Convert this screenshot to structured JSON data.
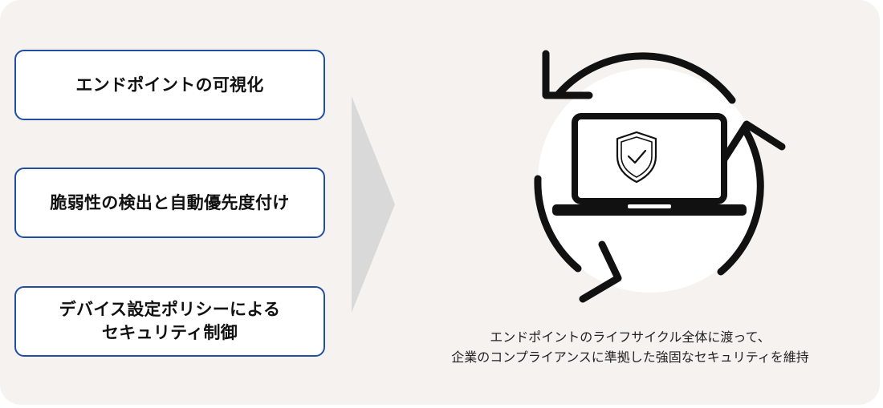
{
  "steps": [
    {
      "lines": [
        "エンドポイントの可視化"
      ]
    },
    {
      "lines": [
        "脆弱性の検出と自動優先度付け"
      ]
    },
    {
      "lines": [
        "デバイス設定ポリシーによる",
        "セキュリティ制御"
      ]
    }
  ],
  "caption": {
    "line1": "エンドポイントのライフサイクル全体に渡って、",
    "line2": "企業のコンプライアンスに準拠した強固なセキュリティを維持"
  },
  "icons": {
    "flow": "chevron-right-icon",
    "cycle": "refresh-cycle-icon",
    "device": "laptop-icon",
    "security": "shield-check-icon"
  },
  "colors": {
    "background": "#f5f2ef",
    "box_border": "#1f4ea3",
    "box_fill": "#ffffff",
    "arrow": "#d9d9d9",
    "icon": "#111111"
  }
}
